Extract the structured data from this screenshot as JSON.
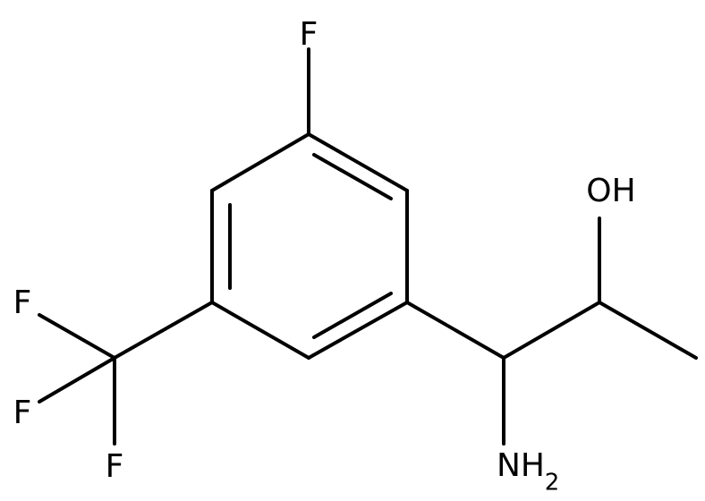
{
  "molecule": {
    "atoms": {
      "f_ring": "F",
      "cf3_f_top": "F",
      "cf3_f_mid": "F",
      "cf3_f_bottom": "F",
      "hydroxyl": "OH",
      "amine_main": "NH",
      "amine_sub": "2"
    }
  }
}
